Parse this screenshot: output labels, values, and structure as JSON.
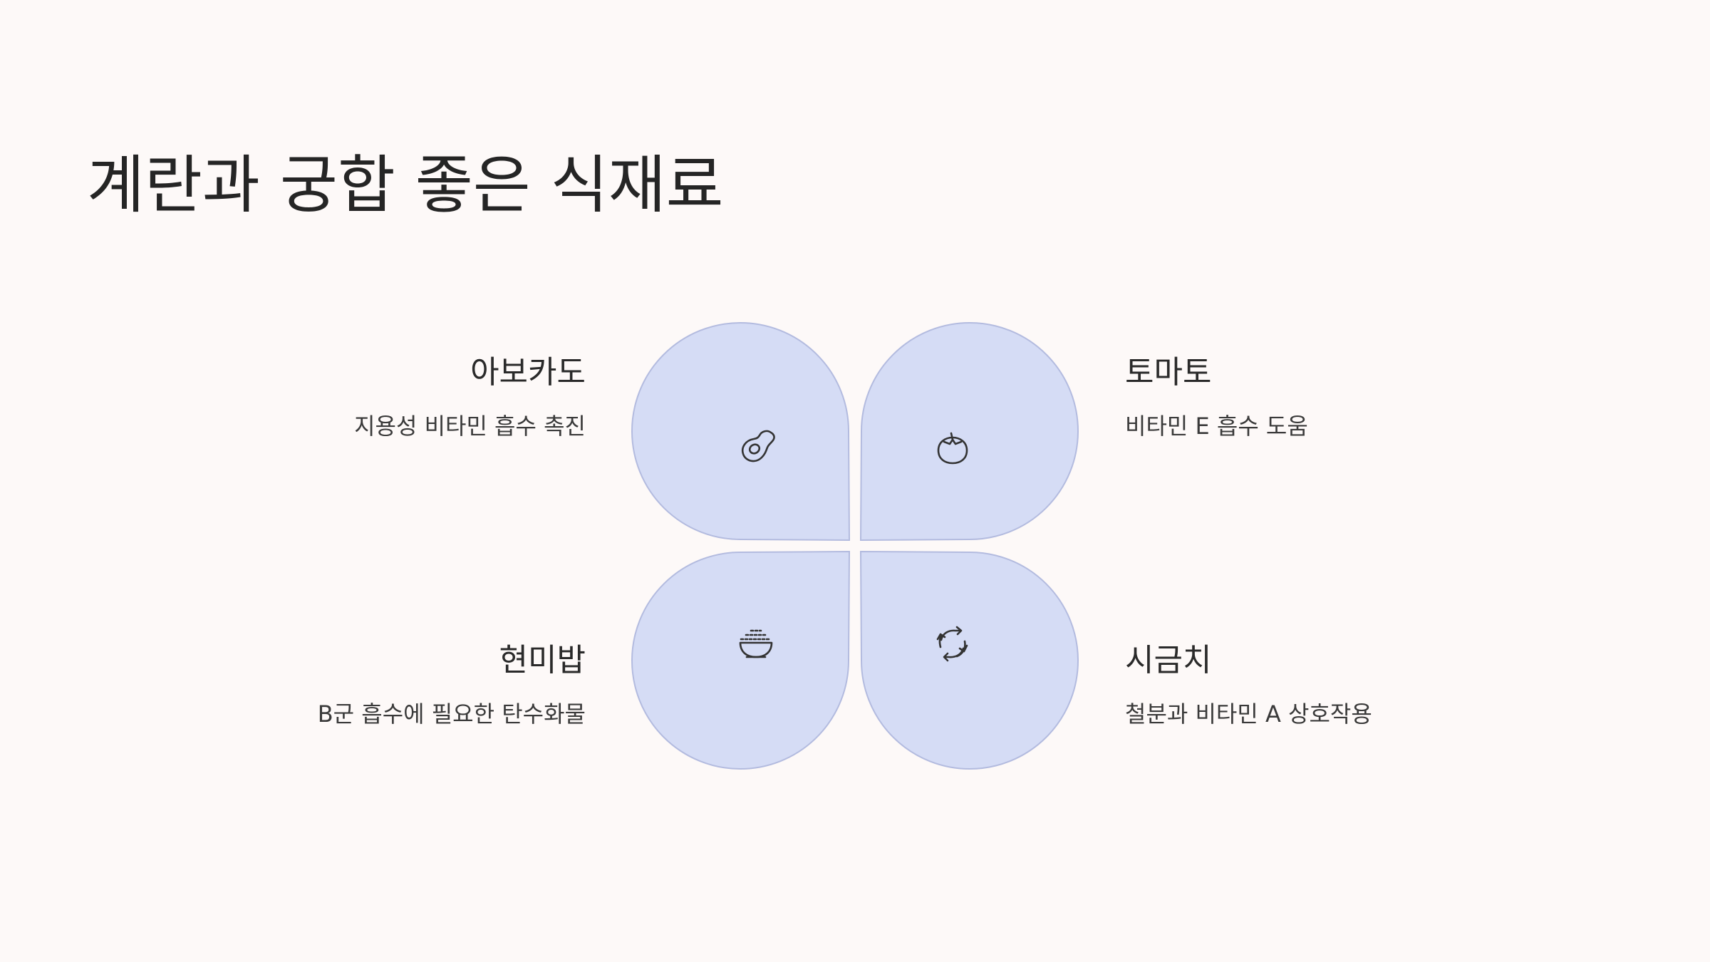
{
  "title": "계란과 궁합 좋은 식재료",
  "items": [
    {
      "position": "top-left",
      "title": "아보카도",
      "description": "지용성 비타민 흡수 촉진",
      "icon": "avocado-icon"
    },
    {
      "position": "top-right",
      "title": "토마토",
      "description": "비타민 E 흡수 도움",
      "icon": "tomato-icon"
    },
    {
      "position": "bottom-left",
      "title": "현미밥",
      "description": "B군 흡수에 필요한 탄수화물",
      "icon": "rice-bowl-icon"
    },
    {
      "position": "bottom-right",
      "title": "시금치",
      "description": "철분과 비타민 A 상호작용",
      "icon": "leaf-cycle-icon"
    }
  ],
  "colors": {
    "background": "#fdf9f8",
    "petal_fill": "#d5dcf5",
    "petal_stroke": "#b3bbdf",
    "text": "#2a2a2a"
  }
}
